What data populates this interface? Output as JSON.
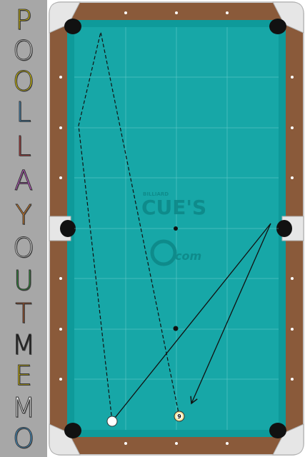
{
  "app": {
    "title_letters": [
      {
        "char": "P",
        "color": "#f2d400"
      },
      {
        "char": "O",
        "color": "#f6f6f6"
      },
      {
        "char": "O",
        "color": "#ffe600"
      },
      {
        "char": "L",
        "color": "#4aa8e8"
      },
      {
        "char": "L",
        "color": "#e03c3c"
      },
      {
        "char": "A",
        "color": "#c85ad0"
      },
      {
        "char": "Y",
        "color": "#f08a24"
      },
      {
        "char": "O",
        "color": "#f6f6f6"
      },
      {
        "char": "U",
        "color": "#2e9a3a"
      },
      {
        "char": "T",
        "color": "#c05a24"
      },
      {
        "char": "M",
        "color": "#1a1a1a"
      },
      {
        "char": "E",
        "color": "#f2d400"
      },
      {
        "char": "M",
        "color": "#f6f6f6"
      },
      {
        "char": "O",
        "color": "#4aa8e8"
      }
    ]
  },
  "table": {
    "cloth_color": "#17a7a7",
    "rail_color": "#855a3c",
    "watermark": {
      "small_text": "BILLIARD",
      "brand_text": "CUE'S",
      "domain_text": "com"
    }
  },
  "balls": [
    {
      "name": "cue-ball",
      "label": ""
    },
    {
      "name": "nine-ball",
      "label": "9"
    }
  ]
}
